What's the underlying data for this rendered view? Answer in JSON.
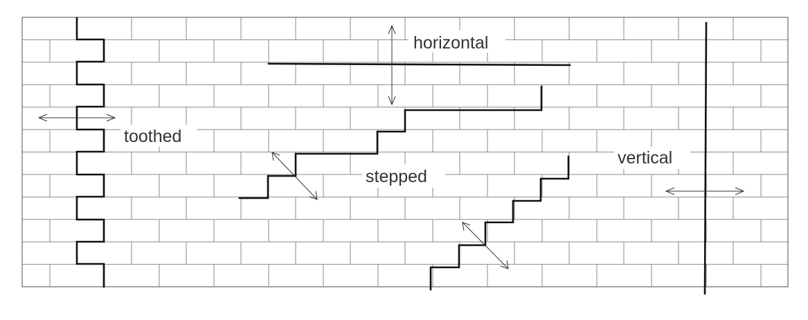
{
  "labels": {
    "horizontal": "horizontal",
    "toothed": "toothed",
    "stepped": "stepped",
    "vertical": "vertical"
  },
  "colors": {
    "joint_line": "#111111",
    "brick_line": "#8a8a8a",
    "text": "#333333",
    "background": "#ffffff"
  },
  "icons": [
    "double-arrow-horizontal",
    "double-arrow-vertical",
    "double-arrow-diagonal"
  ]
}
